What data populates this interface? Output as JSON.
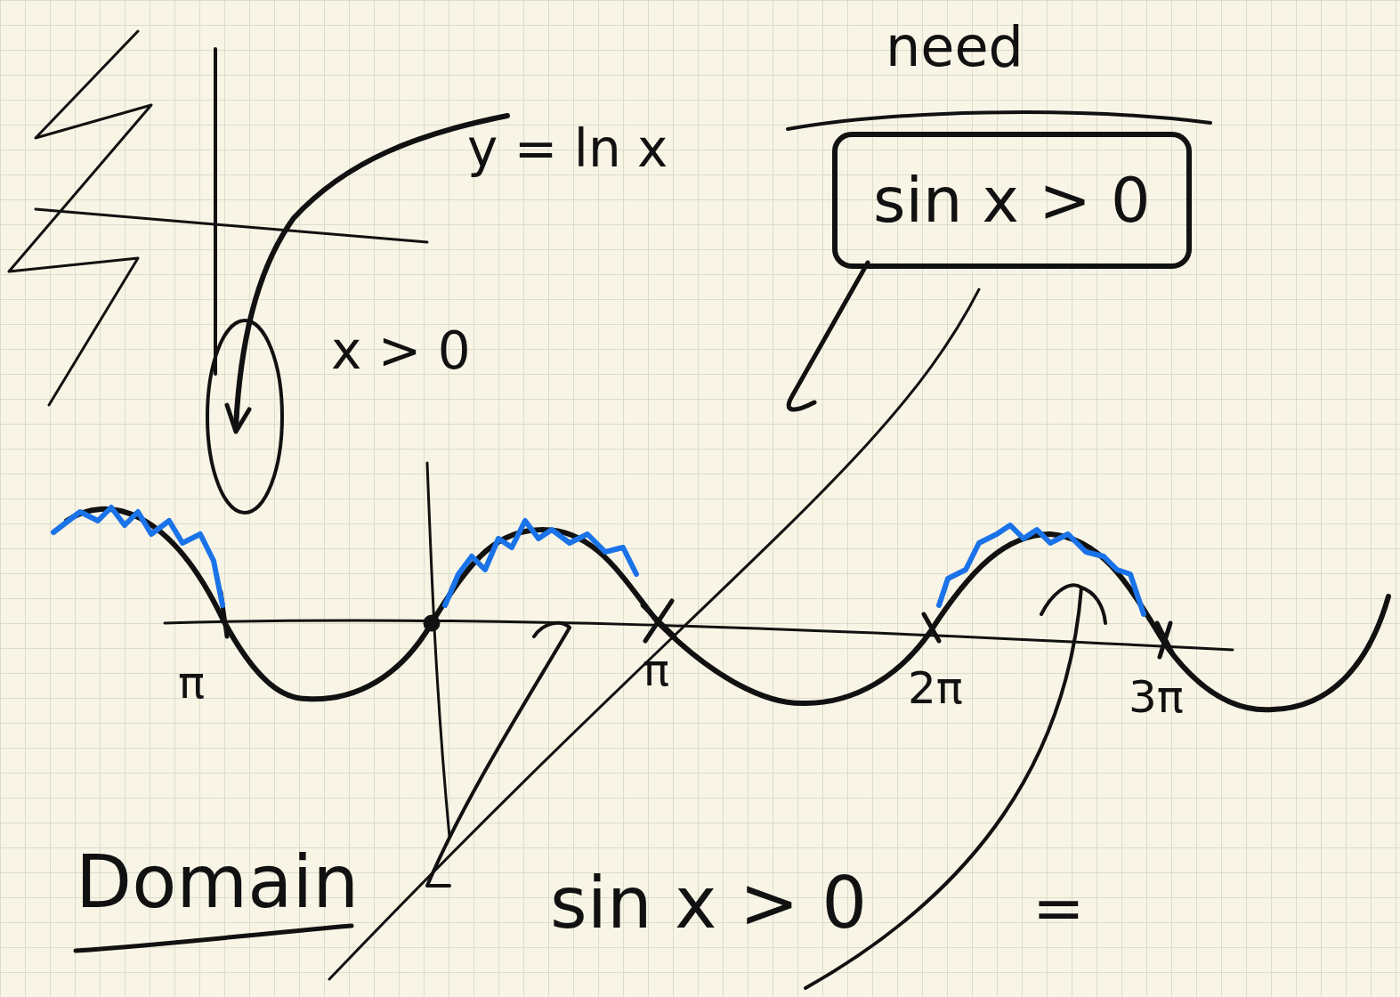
{
  "diagram": {
    "nodes": [
      {
        "text": [
          "sin x > 0"
        ]
      }
    ],
    "labels": [
      "y = ln x",
      "x > 0",
      "need",
      "π",
      "π",
      "2π",
      "3π",
      "Domain",
      "sin x > 0",
      "="
    ]
  }
}
